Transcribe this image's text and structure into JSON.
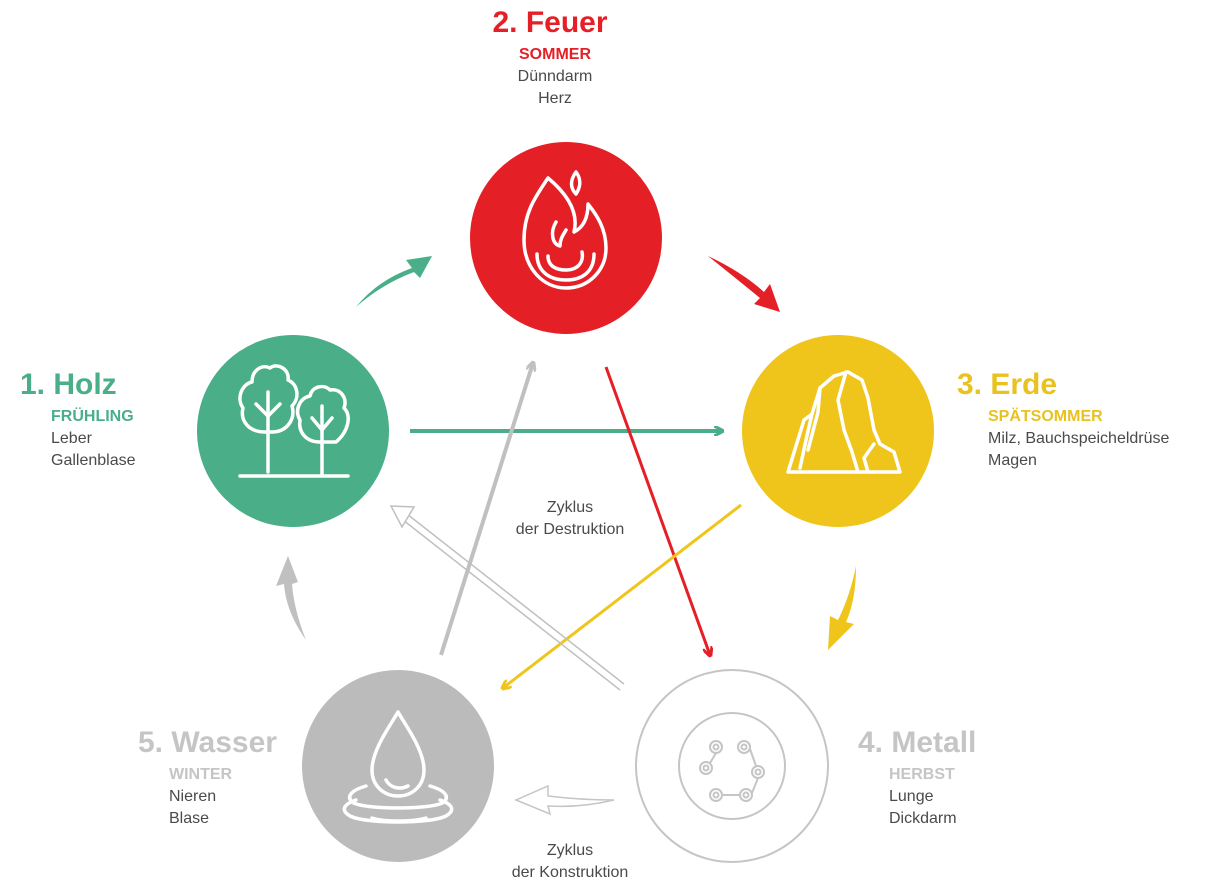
{
  "elements": {
    "holz": {
      "title": "1. Holz",
      "season": "FRÜHLING",
      "organ1": "Leber",
      "organ2": "Gallenblase",
      "color": "#4aae89",
      "icon": "trees-icon"
    },
    "feuer": {
      "title": "2. Feuer",
      "season": "SOMMER",
      "organ1": "Dünndarm",
      "organ2": "Herz",
      "color": "#e51f26",
      "icon": "flame-icon"
    },
    "erde": {
      "title": "3. Erde",
      "season": "SPÄTSOMMER",
      "organ1": "Milz, Bauchspeicheldrüse",
      "organ2": "Magen",
      "color": "#f0c51b",
      "icon": "rock-icon"
    },
    "metall": {
      "title": "4. Metall",
      "season": "HERBST",
      "organ1": "Lunge",
      "organ2": "Dickdarm",
      "color": "#c5c5c5",
      "icon": "metal-coin-icon"
    },
    "wasser": {
      "title": "5. Wasser",
      "season": "WINTER",
      "organ1": "Nieren",
      "organ2": "Blase",
      "color": "#bbbbbc",
      "icon": "water-drop-icon"
    }
  },
  "cycles": {
    "destruction": {
      "line1": "Zyklus",
      "line2": "der Destruktion"
    },
    "construction": {
      "line1": "Zyklus",
      "line2": "der Konstruktion"
    }
  },
  "colors": {
    "organ_text": "#4a4a4a",
    "grey_label": "#c5c5c5"
  }
}
